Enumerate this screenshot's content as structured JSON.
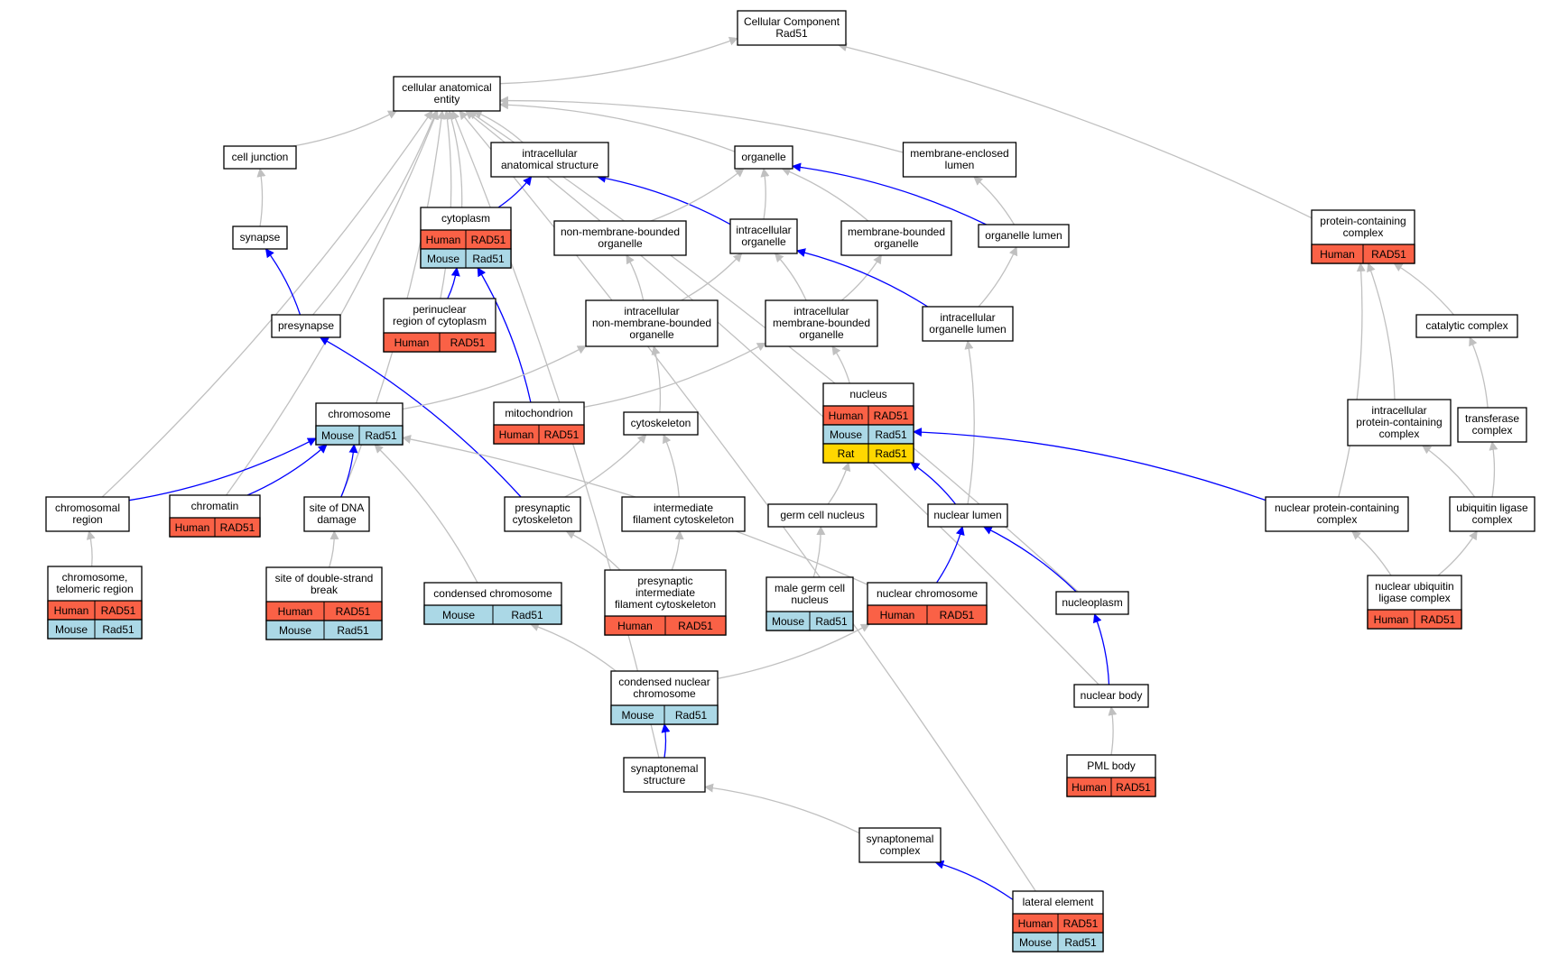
{
  "colors": {
    "is_a_edge": "#c0c0c0",
    "part_of_edge": "#0000ff",
    "Human": "#fa6146",
    "Mouse": "#abd8e6",
    "Rat": "#ffd700"
  },
  "nodes": [
    {
      "id": "root",
      "label": [
        "Cellular Component",
        "Rad51"
      ],
      "annotations": []
    },
    {
      "id": "cae",
      "label": [
        "cellular anatomical",
        "entity"
      ],
      "annotations": []
    },
    {
      "id": "celljunction",
      "label": [
        "cell junction"
      ],
      "annotations": []
    },
    {
      "id": "ias",
      "label": [
        "intracellular",
        "anatomical structure"
      ],
      "annotations": []
    },
    {
      "id": "organelle",
      "label": [
        "organelle"
      ],
      "annotations": []
    },
    {
      "id": "mel",
      "label": [
        "membrane-enclosed",
        "lumen"
      ],
      "annotations": []
    },
    {
      "id": "synapse",
      "label": [
        "synapse"
      ],
      "annotations": []
    },
    {
      "id": "cytoplasm",
      "label": [
        "cytoplasm"
      ],
      "annotations": [
        {
          "species": "Human",
          "gene": "RAD51"
        },
        {
          "species": "Mouse",
          "gene": "Rad51"
        }
      ]
    },
    {
      "id": "nmbo",
      "label": [
        "non-membrane-bounded",
        "organelle"
      ],
      "annotations": []
    },
    {
      "id": "io",
      "label": [
        "intracellular",
        "organelle"
      ],
      "annotations": []
    },
    {
      "id": "mbo",
      "label": [
        "membrane-bounded",
        "organelle"
      ],
      "annotations": []
    },
    {
      "id": "ol",
      "label": [
        "organelle lumen"
      ],
      "annotations": []
    },
    {
      "id": "pcc",
      "label": [
        "protein-containing",
        "complex"
      ],
      "annotations": [
        {
          "species": "Human",
          "gene": "RAD51"
        }
      ]
    },
    {
      "id": "presynapse",
      "label": [
        "presynapse"
      ],
      "annotations": []
    },
    {
      "id": "perinuc",
      "label": [
        "perinuclear",
        "region of cytoplasm"
      ],
      "annotations": [
        {
          "species": "Human",
          "gene": "RAD51"
        }
      ]
    },
    {
      "id": "inmbo",
      "label": [
        "intracellular",
        "non-membrane-bounded",
        "organelle"
      ],
      "annotations": []
    },
    {
      "id": "imbo",
      "label": [
        "intracellular",
        "membrane-bounded",
        "organelle"
      ],
      "annotations": []
    },
    {
      "id": "iol",
      "label": [
        "intracellular",
        "organelle lumen"
      ],
      "annotations": []
    },
    {
      "id": "catalytic",
      "label": [
        "catalytic complex"
      ],
      "annotations": []
    },
    {
      "id": "chromosome",
      "label": [
        "chromosome"
      ],
      "annotations": [
        {
          "species": "Mouse",
          "gene": "Rad51"
        }
      ]
    },
    {
      "id": "mito",
      "label": [
        "mitochondrion"
      ],
      "annotations": [
        {
          "species": "Human",
          "gene": "RAD51"
        }
      ]
    },
    {
      "id": "cytoskel",
      "label": [
        "cytoskeleton"
      ],
      "annotations": []
    },
    {
      "id": "nucleus",
      "label": [
        "nucleus"
      ],
      "annotations": [
        {
          "species": "Human",
          "gene": "RAD51"
        },
        {
          "species": "Mouse",
          "gene": "Rad51"
        },
        {
          "species": "Rat",
          "gene": "Rad51"
        }
      ]
    },
    {
      "id": "ipcc",
      "label": [
        "intracellular",
        "protein-containing",
        "complex"
      ],
      "annotations": []
    },
    {
      "id": "transferase",
      "label": [
        "transferase",
        "complex"
      ],
      "annotations": []
    },
    {
      "id": "chromregion",
      "label": [
        "chromosomal",
        "region"
      ],
      "annotations": []
    },
    {
      "id": "chromatin",
      "label": [
        "chromatin"
      ],
      "annotations": [
        {
          "species": "Human",
          "gene": "RAD51"
        }
      ]
    },
    {
      "id": "dnadamage",
      "label": [
        "site of DNA",
        "damage"
      ],
      "annotations": []
    },
    {
      "id": "presynskel",
      "label": [
        "presynaptic",
        "cytoskeleton"
      ],
      "annotations": []
    },
    {
      "id": "ifc",
      "label": [
        "intermediate",
        "filament cytoskeleton"
      ],
      "annotations": []
    },
    {
      "id": "germnuc",
      "label": [
        "germ cell nucleus"
      ],
      "annotations": []
    },
    {
      "id": "nuclumen",
      "label": [
        "nuclear lumen"
      ],
      "annotations": []
    },
    {
      "id": "npcc",
      "label": [
        "nuclear protein-containing",
        "complex"
      ],
      "annotations": []
    },
    {
      "id": "ubiligase",
      "label": [
        "ubiquitin ligase",
        "complex"
      ],
      "annotations": []
    },
    {
      "id": "telomeric",
      "label": [
        "chromosome,",
        "telomeric region"
      ],
      "annotations": [
        {
          "species": "Human",
          "gene": "RAD51"
        },
        {
          "species": "Mouse",
          "gene": "Rad51"
        }
      ]
    },
    {
      "id": "dsb",
      "label": [
        "site of double-strand",
        "break"
      ],
      "annotations": [
        {
          "species": "Human",
          "gene": "RAD51"
        },
        {
          "species": "Mouse",
          "gene": "Rad51"
        }
      ]
    },
    {
      "id": "condchrom",
      "label": [
        "condensed chromosome"
      ],
      "annotations": [
        {
          "species": "Mouse",
          "gene": "Rad51"
        }
      ]
    },
    {
      "id": "pifc",
      "label": [
        "presynaptic",
        "intermediate",
        "filament cytoskeleton"
      ],
      "annotations": [
        {
          "species": "Human",
          "gene": "RAD51"
        }
      ]
    },
    {
      "id": "malegerm",
      "label": [
        "male germ cell",
        "nucleus"
      ],
      "annotations": [
        {
          "species": "Mouse",
          "gene": "Rad51"
        }
      ]
    },
    {
      "id": "nucchrom",
      "label": [
        "nuclear chromosome"
      ],
      "annotations": [
        {
          "species": "Human",
          "gene": "RAD51"
        }
      ]
    },
    {
      "id": "nucleoplasm",
      "label": [
        "nucleoplasm"
      ],
      "annotations": []
    },
    {
      "id": "nucubi",
      "label": [
        "nuclear ubiquitin",
        "ligase complex"
      ],
      "annotations": [
        {
          "species": "Human",
          "gene": "RAD51"
        }
      ]
    },
    {
      "id": "condnucchrom",
      "label": [
        "condensed nuclear",
        "chromosome"
      ],
      "annotations": [
        {
          "species": "Mouse",
          "gene": "Rad51"
        }
      ]
    },
    {
      "id": "nucbody",
      "label": [
        "nuclear body"
      ],
      "annotations": []
    },
    {
      "id": "pml",
      "label": [
        "PML body"
      ],
      "annotations": [
        {
          "species": "Human",
          "gene": "RAD51"
        }
      ]
    },
    {
      "id": "synstruct",
      "label": [
        "synaptonemal",
        "structure"
      ],
      "annotations": []
    },
    {
      "id": "syncomplex",
      "label": [
        "synaptonemal",
        "complex"
      ],
      "annotations": []
    },
    {
      "id": "lateral",
      "label": [
        "lateral element"
      ],
      "annotations": [
        {
          "species": "Human",
          "gene": "RAD51"
        },
        {
          "species": "Mouse",
          "gene": "Rad51"
        }
      ]
    }
  ],
  "edges": [
    {
      "from": "cae",
      "to": "root",
      "type": "is_a"
    },
    {
      "from": "pcc",
      "to": "root",
      "type": "is_a"
    },
    {
      "from": "celljunction",
      "to": "cae",
      "type": "is_a"
    },
    {
      "from": "ias",
      "to": "cae",
      "type": "is_a"
    },
    {
      "from": "organelle",
      "to": "cae",
      "type": "is_a"
    },
    {
      "from": "mel",
      "to": "cae",
      "type": "is_a"
    },
    {
      "from": "cytoplasm",
      "to": "cae",
      "type": "is_a"
    },
    {
      "from": "presynapse",
      "to": "cae",
      "type": "is_a"
    },
    {
      "from": "perinuc",
      "to": "cae",
      "type": "is_a"
    },
    {
      "from": "chromregion",
      "to": "cae",
      "type": "is_a"
    },
    {
      "from": "chromatin",
      "to": "cae",
      "type": "is_a"
    },
    {
      "from": "dnadamage",
      "to": "cae",
      "type": "is_a"
    },
    {
      "from": "synstruct",
      "to": "cae",
      "type": "is_a"
    },
    {
      "from": "nucleoplasm",
      "to": "cae",
      "type": "is_a"
    },
    {
      "from": "nucbody",
      "to": "cae",
      "type": "is_a"
    },
    {
      "from": "lateral",
      "to": "cae",
      "type": "is_a"
    },
    {
      "from": "synapse",
      "to": "celljunction",
      "type": "is_a"
    },
    {
      "from": "cytoplasm",
      "to": "ias",
      "type": "part_of"
    },
    {
      "from": "io",
      "to": "ias",
      "type": "part_of"
    },
    {
      "from": "nmbo",
      "to": "organelle",
      "type": "is_a"
    },
    {
      "from": "io",
      "to": "organelle",
      "type": "is_a"
    },
    {
      "from": "mbo",
      "to": "organelle",
      "type": "is_a"
    },
    {
      "from": "ol",
      "to": "organelle",
      "type": "part_of"
    },
    {
      "from": "ol",
      "to": "mel",
      "type": "is_a"
    },
    {
      "from": "presynapse",
      "to": "synapse",
      "type": "part_of"
    },
    {
      "from": "perinuc",
      "to": "cytoplasm",
      "type": "part_of"
    },
    {
      "from": "mito",
      "to": "cytoplasm",
      "type": "part_of"
    },
    {
      "from": "inmbo",
      "to": "nmbo",
      "type": "is_a"
    },
    {
      "from": "inmbo",
      "to": "io",
      "type": "is_a"
    },
    {
      "from": "imbo",
      "to": "io",
      "type": "is_a"
    },
    {
      "from": "imbo",
      "to": "mbo",
      "type": "is_a"
    },
    {
      "from": "iol",
      "to": "io",
      "type": "part_of"
    },
    {
      "from": "iol",
      "to": "ol",
      "type": "is_a"
    },
    {
      "from": "catalytic",
      "to": "pcc",
      "type": "is_a"
    },
    {
      "from": "ipcc",
      "to": "pcc",
      "type": "is_a"
    },
    {
      "from": "npcc",
      "to": "pcc",
      "type": "is_a"
    },
    {
      "from": "presynskel",
      "to": "presynapse",
      "type": "part_of"
    },
    {
      "from": "chromosome",
      "to": "inmbo",
      "type": "is_a"
    },
    {
      "from": "cytoskel",
      "to": "inmbo",
      "type": "is_a"
    },
    {
      "from": "mito",
      "to": "imbo",
      "type": "is_a"
    },
    {
      "from": "nucleus",
      "to": "imbo",
      "type": "is_a"
    },
    {
      "from": "nuclumen",
      "to": "iol",
      "type": "is_a"
    },
    {
      "from": "transferase",
      "to": "catalytic",
      "type": "is_a"
    },
    {
      "from": "chromregion",
      "to": "chromosome",
      "type": "part_of"
    },
    {
      "from": "chromatin",
      "to": "chromosome",
      "type": "part_of"
    },
    {
      "from": "dnadamage",
      "to": "chromosome",
      "type": "part_of"
    },
    {
      "from": "condchrom",
      "to": "chromosome",
      "type": "is_a"
    },
    {
      "from": "nucchrom",
      "to": "chromosome",
      "type": "is_a"
    },
    {
      "from": "presynskel",
      "to": "cytoskel",
      "type": "is_a"
    },
    {
      "from": "ifc",
      "to": "cytoskel",
      "type": "is_a"
    },
    {
      "from": "germnuc",
      "to": "nucleus",
      "type": "is_a"
    },
    {
      "from": "nuclumen",
      "to": "nucleus",
      "type": "part_of"
    },
    {
      "from": "npcc",
      "to": "nucleus",
      "type": "part_of"
    },
    {
      "from": "ubiligase",
      "to": "ipcc",
      "type": "is_a"
    },
    {
      "from": "ubiligase",
      "to": "transferase",
      "type": "is_a"
    },
    {
      "from": "telomeric",
      "to": "chromregion",
      "type": "is_a"
    },
    {
      "from": "dsb",
      "to": "dnadamage",
      "type": "is_a"
    },
    {
      "from": "pifc",
      "to": "presynskel",
      "type": "is_a"
    },
    {
      "from": "pifc",
      "to": "ifc",
      "type": "is_a"
    },
    {
      "from": "malegerm",
      "to": "germnuc",
      "type": "is_a"
    },
    {
      "from": "nucchrom",
      "to": "nuclumen",
      "type": "part_of"
    },
    {
      "from": "nucleoplasm",
      "to": "nuclumen",
      "type": "part_of"
    },
    {
      "from": "nucubi",
      "to": "npcc",
      "type": "is_a"
    },
    {
      "from": "nucubi",
      "to": "ubiligase",
      "type": "is_a"
    },
    {
      "from": "condnucchrom",
      "to": "condchrom",
      "type": "is_a"
    },
    {
      "from": "condnucchrom",
      "to": "nucchrom",
      "type": "is_a"
    },
    {
      "from": "nucbody",
      "to": "nucleoplasm",
      "type": "part_of"
    },
    {
      "from": "pml",
      "to": "nucbody",
      "type": "is_a"
    },
    {
      "from": "synstruct",
      "to": "condnucchrom",
      "type": "part_of"
    },
    {
      "from": "syncomplex",
      "to": "synstruct",
      "type": "is_a"
    },
    {
      "from": "lateral",
      "to": "syncomplex",
      "type": "part_of"
    }
  ]
}
